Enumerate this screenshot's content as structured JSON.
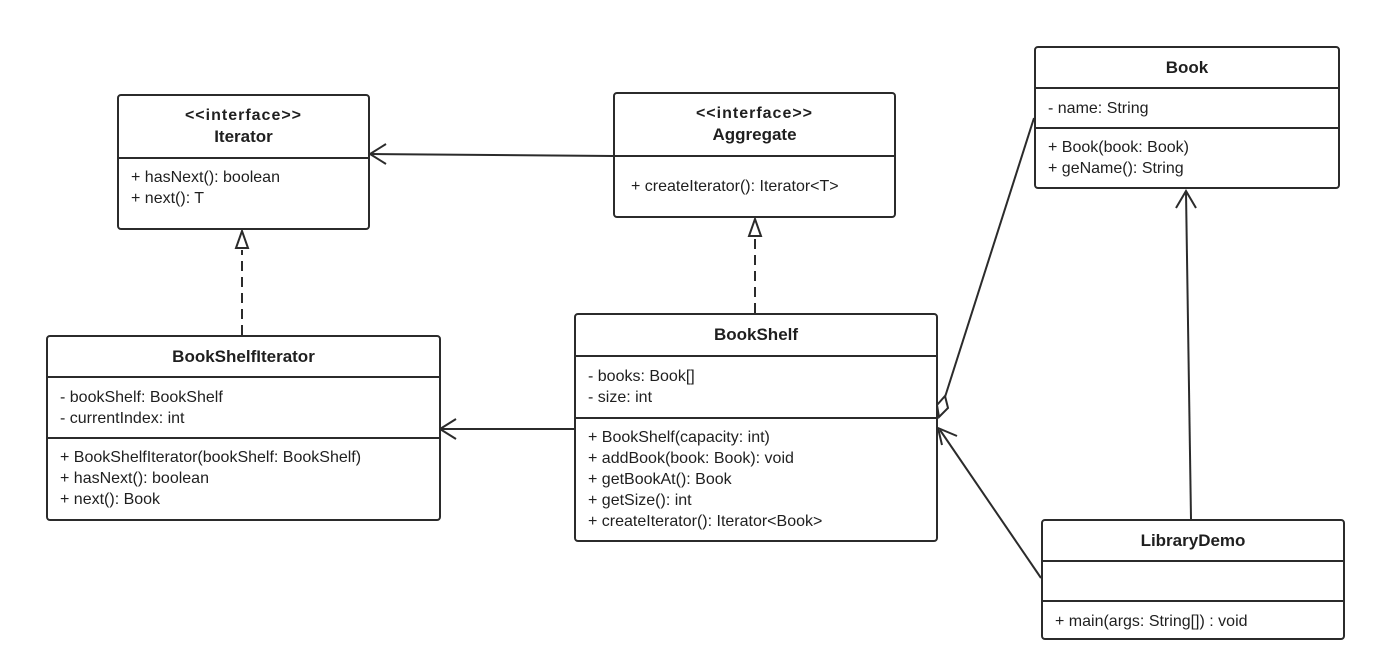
{
  "classes": {
    "iterator": {
      "stereotype": "<<interface>>",
      "name": "Iterator",
      "operations": [
        "+ hasNext(): boolean",
        "+ next(): T"
      ]
    },
    "aggregate": {
      "stereotype": "<<interface>>",
      "name": "Aggregate",
      "operations": [
        "+ createIterator(): Iterator<T>"
      ]
    },
    "book": {
      "name": "Book",
      "attributes": [
        "- name: String"
      ],
      "operations": [
        "+ Book(book: Book)",
        "+ geName(): String"
      ]
    },
    "bookshelf_iterator": {
      "name": "BookShelfIterator",
      "attributes": [
        "- bookShelf: BookShelf",
        "- currentIndex: int"
      ],
      "operations": [
        "+ BookShelfIterator(bookShelf: BookShelf)",
        "+ hasNext(): boolean",
        "+ next(): Book"
      ]
    },
    "bookshelf": {
      "name": "BookShelf",
      "attributes": [
        "- books: Book[]",
        "- size: int"
      ],
      "operations": [
        "+ BookShelf(capacity: int)",
        "+ addBook(book: Book): void",
        "+ getBookAt(): Book",
        "+ getSize(): int",
        "+ createIterator(): Iterator<Book>"
      ]
    },
    "library_demo": {
      "name": "LibraryDemo",
      "attributes": [],
      "operations": [
        "+ main(args: String[]) : void"
      ]
    }
  },
  "relations": [
    {
      "from": "Aggregate",
      "to": "Iterator",
      "kind": "association"
    },
    {
      "from": "BookShelfIterator",
      "to": "Iterator",
      "kind": "realization"
    },
    {
      "from": "BookShelf",
      "to": "Aggregate",
      "kind": "realization"
    },
    {
      "from": "BookShelf",
      "to": "BookShelfIterator",
      "kind": "association"
    },
    {
      "from": "BookShelf",
      "to": "Book",
      "kind": "aggregation"
    },
    {
      "from": "LibraryDemo",
      "to": "BookShelf",
      "kind": "association"
    },
    {
      "from": "LibraryDemo",
      "to": "Book",
      "kind": "association"
    }
  ],
  "colors": {
    "stroke": "#2b2b2b",
    "background": "#ffffff",
    "text": "#1f1f1f"
  }
}
